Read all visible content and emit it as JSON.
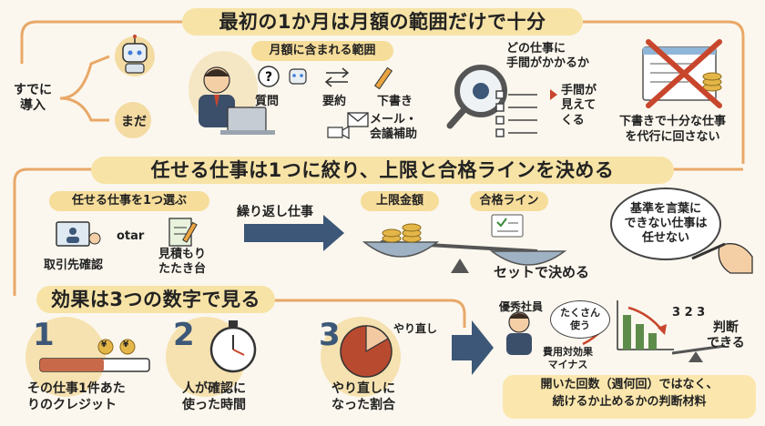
{
  "colors": {
    "banner": "#f7e3a6",
    "accent_red": "#c8462c",
    "arrow_blue": "#3c5777",
    "connector": "#e8a868",
    "background": "#fbf7ee"
  },
  "section1": {
    "title": "最初の1か月は月額の範囲だけで十分",
    "branch_root": "すでに\n導入",
    "branch_later": "まだ",
    "included_heading": "月額に含まれる範囲",
    "included_items": [
      "質問",
      "要約",
      "下書き",
      "メール・\n会議補助"
    ],
    "which_job": "どの仕事に\n手間がかかるか",
    "effort_visible": "手間が\n見えて\nくる",
    "no_delegate": "下書きで十分な仕事\nを代行に回さない"
  },
  "section2": {
    "title": "任せる仕事は1つに絞り、上限と合格ラインを決める",
    "choose_one": "任せる仕事を1つ選ぶ",
    "task_a": "取引先確認",
    "separator": "otar",
    "task_b": "見積もり\nたたき台",
    "repeat_label": "繰り返し仕事",
    "cap_label": "上限金額",
    "pass_label": "合格ライン",
    "set_decide": "セットで決める",
    "thought": "基準を言葉に\nできない仕事は\n任せない"
  },
  "section3": {
    "title": "効果は3つの数字で見る",
    "metrics": [
      {
        "num": "1",
        "label": "その仕事1件あた\nりのクレジット"
      },
      {
        "num": "2",
        "label": "人が確認に\n使った時間"
      },
      {
        "num": "3",
        "label": "やり直しに\nなった割合"
      }
    ],
    "redo_tag": "やり直し",
    "coin_symbol": "¥",
    "employee_label": "優秀社員",
    "speech": "たくさん\n使う",
    "cost_label": "費用対効果\nマイナス",
    "chart_digits": "3 2 3",
    "judge": "判断\nできる",
    "conclusion": "開いた回数（週何回）ではなく、\n続けるか止めるかの判断材料"
  }
}
